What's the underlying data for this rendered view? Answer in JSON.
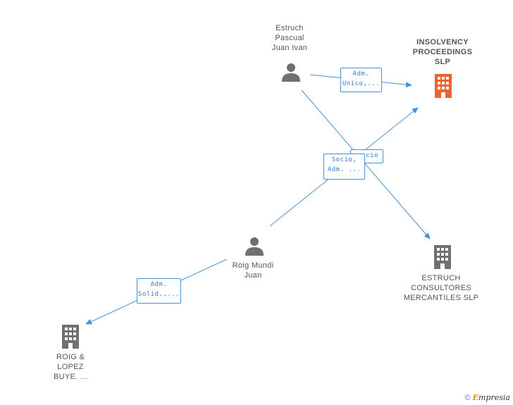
{
  "nodes": {
    "insolvency": {
      "label_lines": [
        "INSOLVENCY",
        "PROCEEDINGS",
        "SLP"
      ],
      "type": "company",
      "color": "#f0622d"
    },
    "estruch_pascual": {
      "label_lines": [
        "Estruch",
        "Pascual",
        "Juan Ivan"
      ],
      "type": "person",
      "color": "#707070"
    },
    "roig_mundi": {
      "label_lines": [
        "Roig Mundi",
        "Juan"
      ],
      "type": "person",
      "color": "#707070"
    },
    "estruch_consultores": {
      "label_lines": [
        "ESTRUCH",
        "CONSULTORES",
        "MERCANTILES SLP"
      ],
      "type": "company",
      "color": "#707070"
    },
    "roig_lopez": {
      "label_lines": [
        "ROIG &",
        "LOPEZ",
        "BUYE. ..."
      ],
      "type": "company",
      "color": "#707070"
    }
  },
  "edges": {
    "e1": {
      "from": "Estruch Pascual Juan Ivan",
      "to": "INSOLVENCY PROCEEDINGS SLP",
      "label_lines": [
        "Adm.",
        "Unico,..."
      ]
    },
    "e2": {
      "from": "Estruch Pascual Juan Ivan",
      "to": "ESTRUCH CONSULTORES MERCANTILES SLP",
      "label_lines": [
        "Socio"
      ],
      "label_partial": "cio"
    },
    "e3": {
      "from": "Roig Mundi Juan",
      "to": "INSOLVENCY PROCEEDINGS SLP",
      "label_lines": [
        "Socio,",
        "Adm. ..."
      ]
    },
    "e4": {
      "from": "Roig Mundi Juan",
      "to": "ROIG & LOPEZ BUYE. ...",
      "label_lines": [
        "Adm.",
        "Solid.,..."
      ]
    }
  },
  "colors": {
    "edge": "#4a90d9",
    "person": "#707070",
    "company": "#707070",
    "focus_company": "#f0622d"
  },
  "icons": {
    "person": "person-icon",
    "company": "building-icon"
  },
  "footer": {
    "copyright": "©",
    "brand_initial": "E",
    "brand_rest": "mpresia"
  }
}
